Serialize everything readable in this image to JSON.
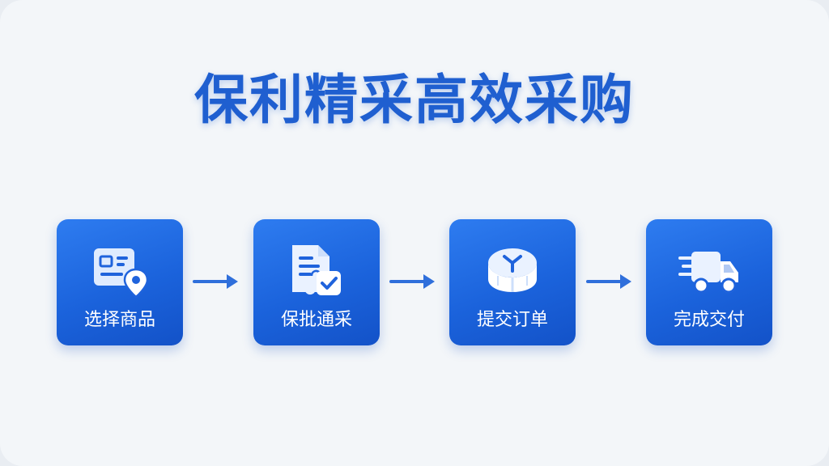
{
  "title": "保利精采高效采购",
  "steps": [
    {
      "label": "选择商品",
      "icon": "product-location-icon"
    },
    {
      "label": "保批通采",
      "icon": "document-check-icon"
    },
    {
      "label": "提交订单",
      "icon": "order-box-icon"
    },
    {
      "label": "完成交付",
      "icon": "delivery-truck-icon"
    }
  ],
  "colors": {
    "primary": "#1f63dc",
    "arrow": "#2f6fdb",
    "background": "#f3f6f9"
  }
}
